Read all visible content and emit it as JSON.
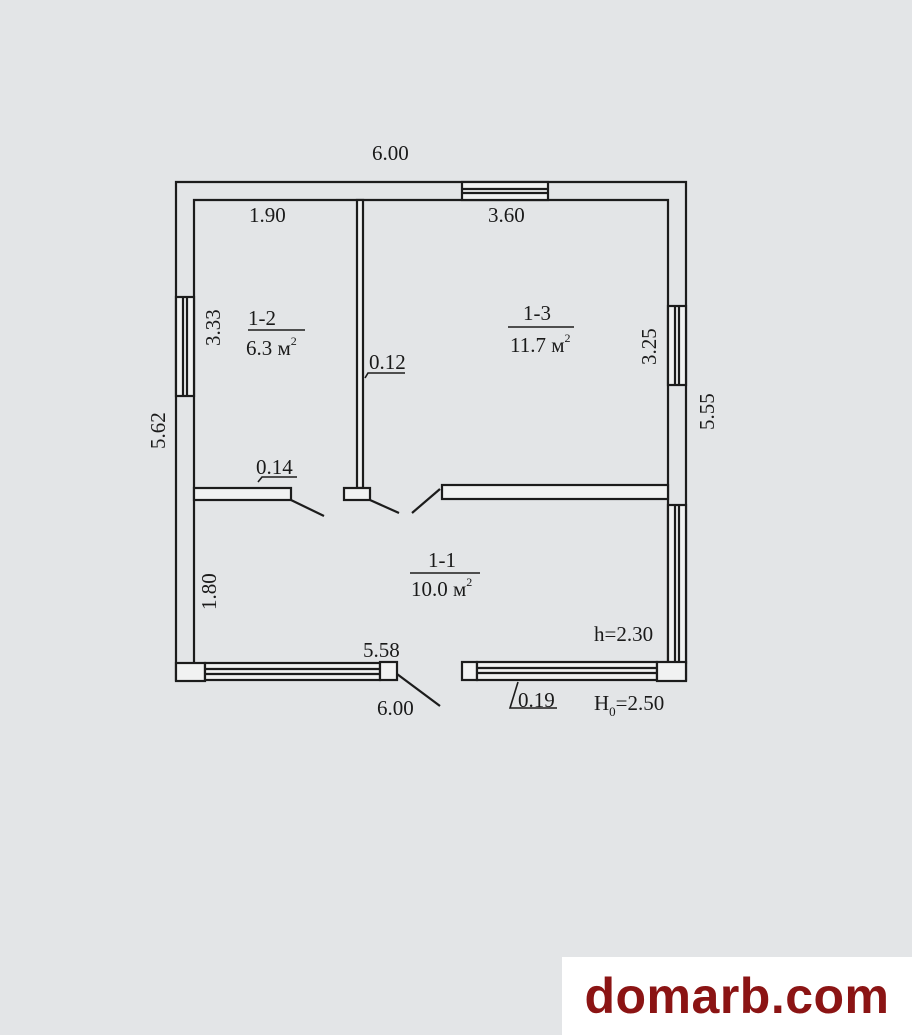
{
  "plan": {
    "overall_width_top": "6.00",
    "overall_width_bottom": "6.00",
    "overall_height_left": "5.62",
    "overall_height_right": "5.55",
    "rooms": [
      {
        "id": "1-1",
        "area": "10.0 м",
        "sup": "2"
      },
      {
        "id": "1-2",
        "area": "6.3 м",
        "sup": "2"
      },
      {
        "id": "1-3",
        "area": "11.7 м",
        "sup": "2"
      }
    ],
    "dimensions": {
      "room_1_2_width": "1.90",
      "room_1_3_width": "3.60",
      "room_1_2_height": "3.33",
      "room_1_3_height": "3.25",
      "room_1_1_height": "1.80",
      "room_1_1_width": "5.58",
      "partition_1": "0.12",
      "partition_2": "0.14",
      "outer_wall": "0.19"
    },
    "ceiling_height": "h=2.30",
    "floor_height_prefix": "H",
    "floor_height_sub": "0",
    "floor_height_value": "=2.50"
  },
  "watermark": "domarb.com",
  "colors": {
    "watermark": "#8b1414",
    "background": "#e3e5e7"
  }
}
